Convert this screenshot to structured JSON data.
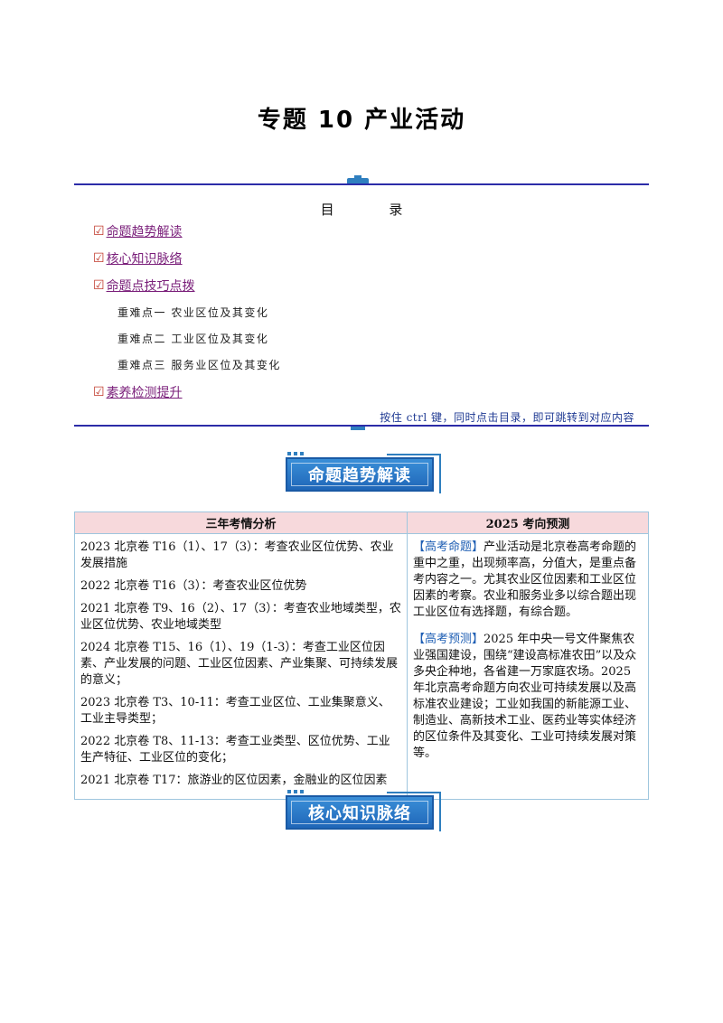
{
  "title": "专题 10  产业活动",
  "toc": {
    "heading": "目  录",
    "items": [
      {
        "check": "☑",
        "label": "命题趋势解读"
      },
      {
        "check": "☑",
        "label": "核心知识脉络"
      },
      {
        "check": "☑",
        "label": "命题点技巧点拨"
      }
    ],
    "subitems": [
      "重难点一  农业区位及其变化",
      "重难点二  工业区位及其变化",
      "重难点三  服务业区位及其变化"
    ],
    "last_item": {
      "check": "☑",
      "label": "素养检测提升"
    },
    "hint": "按住 ctrl 键，同时点击目录，即可跳转到对应内容"
  },
  "banners": {
    "trend": "命题趋势解读",
    "core": "核心知识脉络"
  },
  "table": {
    "header_left": "三年考情分析",
    "header_right": "2025 考向预测",
    "left_rows": [
      "2023 北京卷 T16（1）、17（3）：考查农业区位优势、农业发展措施",
      "2022 北京卷 T16（3）：考查农业区位优势",
      "2021 北京卷 T9、16（2）、17（3）：考查农业地域类型，农业区位优势、农业地域类型",
      "2024 北京卷 T15、16（1）、19（1-3）：考查工业区位因素、产业发展的问题、工业区位因素、产业集聚、可持续发展的意义；",
      "2023 北京卷 T3、10-11：考查工业区位、工业集聚意义、工业主导类型；",
      "2022 北京卷 T8、11-13：考查工业类型、区位优势、工业生产特征、工业区位的变化；",
      "2021 北京卷 T17：旅游业的区位因素，金融业的区位因素"
    ],
    "right_blocks": [
      {
        "tag": "【高考命题】",
        "text": "产业活动是北京卷高考命题的重中之重，出现频率高，分值大，是重点备考内容之一。尤其农业区位因素和工业区位因素的考察。农业和服务业多以综合题出现工业区位有选择题，有综合题。"
      },
      {
        "tag": "【高考预测】",
        "text": "2025 年中央一号文件聚焦农业强国建设，围绕“建设高标准农田”以及众多央企种地，各省建一万家庭农场。2025 年北京高考命题方向农业可持续发展以及高标准农业建设；工业如我国的新能源工业、制造业、高新技术工业、医药业等实体经济的区位条件及其变化、工业可持续发展对策等。"
      }
    ]
  }
}
